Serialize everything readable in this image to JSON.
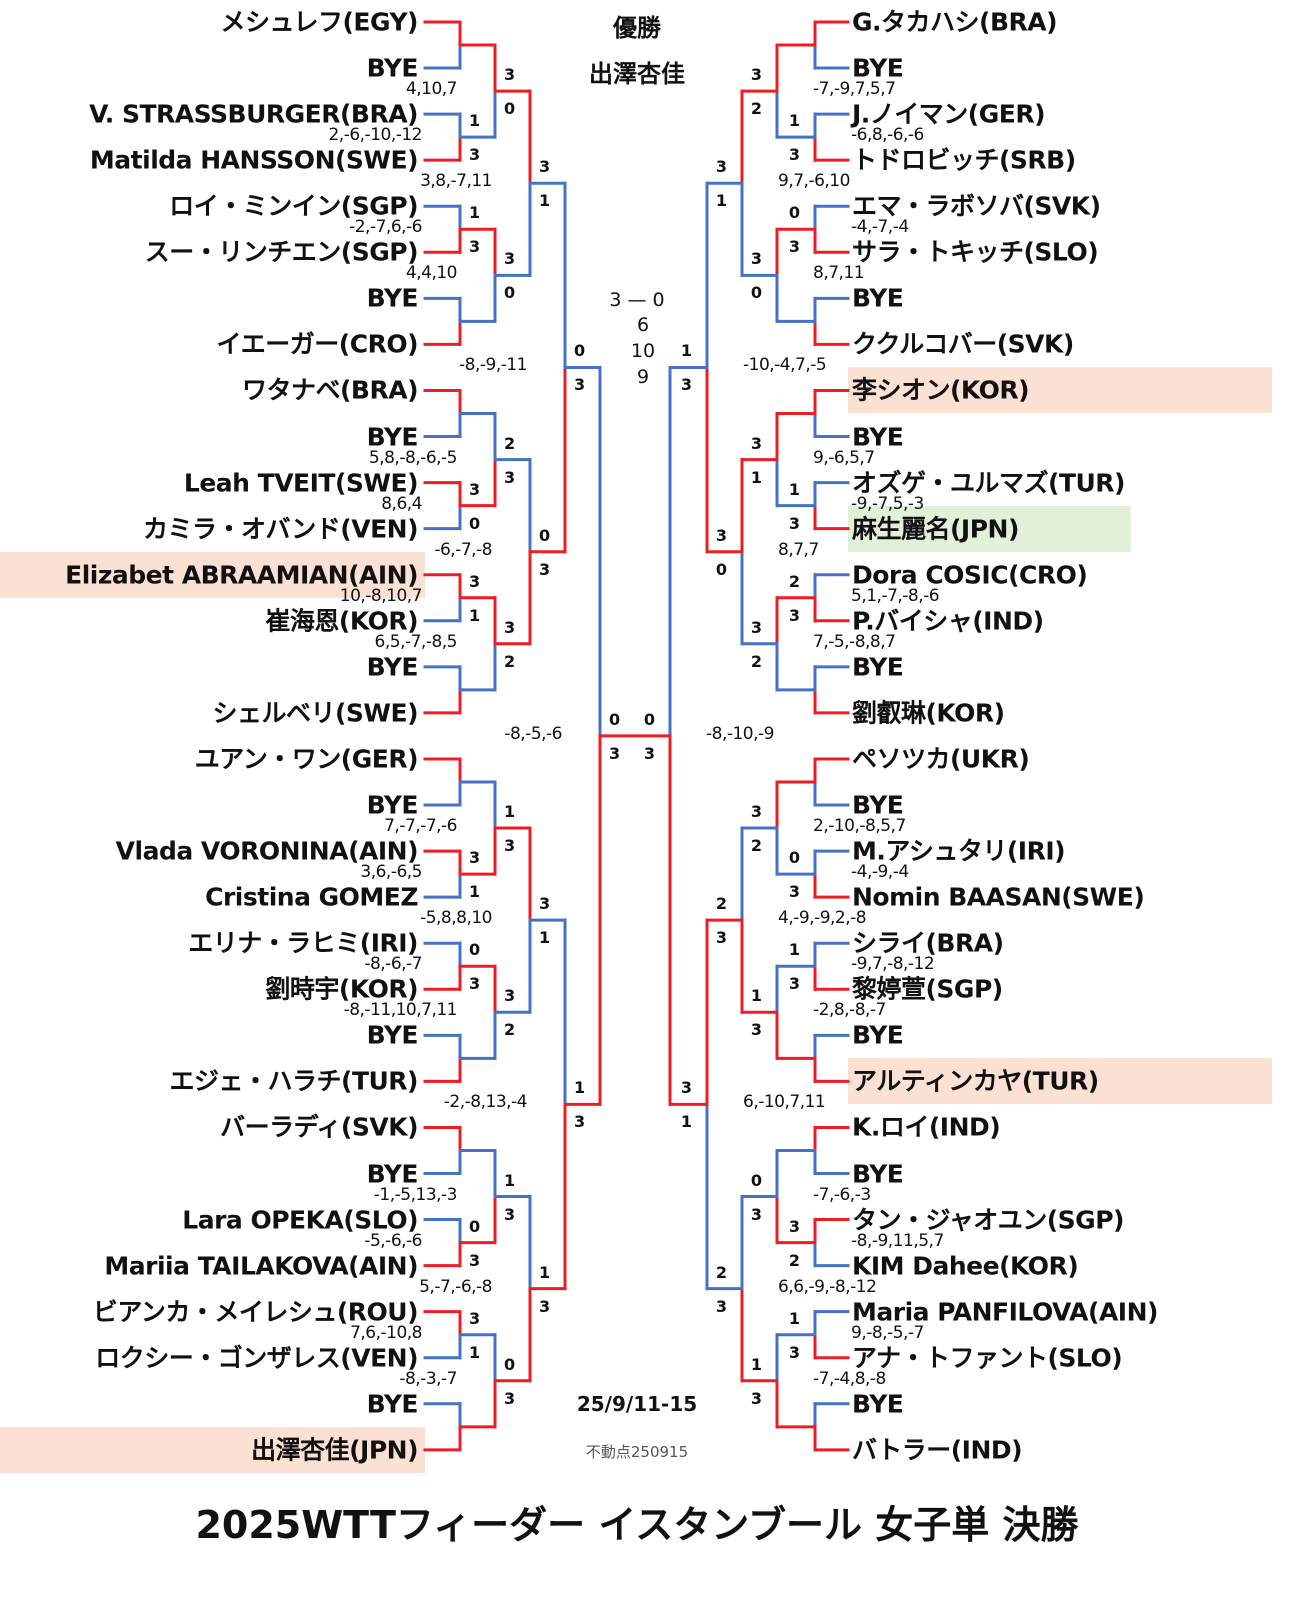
{
  "header": {
    "champion_label": "優勝",
    "champion_name": "出澤杏佳"
  },
  "final": {
    "score": "3 — 0",
    "games": [
      "6",
      "10",
      "9"
    ],
    "winner_side": "left"
  },
  "footer": {
    "date": "25/9/11-15",
    "stamp": "不動点250915",
    "title": "2025WTTフィーダー イスタンブール 女子単 決勝"
  },
  "colors": {
    "win_line": "#ee1c25",
    "lose_line": "#4472c4",
    "highlight_orange": "#fbe1d4",
    "highlight_green": "#e2efd9"
  },
  "sides": {
    "left": {
      "players": [
        {
          "name": "メシュレフ(EGY)"
        },
        {
          "name": "BYE"
        },
        {
          "name": "V. STRASSBURGER(BRA)"
        },
        {
          "name": "Matilda HANSSON(SWE)"
        },
        {
          "name": "ロイ・ミンイン(SGP)"
        },
        {
          "name": "スー・リンチエン(SGP)"
        },
        {
          "name": "BYE"
        },
        {
          "name": "イエーガー(CRO)"
        },
        {
          "name": "ワタナベ(BRA)"
        },
        {
          "name": "BYE"
        },
        {
          "name": "Leah TVEIT(SWE)"
        },
        {
          "name": "カミラ・オバンド(VEN)"
        },
        {
          "name": "Elizabet ABRAAMIAN(AIN)",
          "highlight": "orange"
        },
        {
          "name": "崔海恩(KOR)"
        },
        {
          "name": "BYE"
        },
        {
          "name": "シェルベリ(SWE)"
        },
        {
          "name": "ユアン・ワン(GER)"
        },
        {
          "name": "BYE"
        },
        {
          "name": "Vlada VORONINA(AIN)"
        },
        {
          "name": "Cristina GOMEZ"
        },
        {
          "name": "エリナ・ラヒミ(IRI)"
        },
        {
          "name": "劉時宇(KOR)"
        },
        {
          "name": "BYE"
        },
        {
          "name": "エジェ・ハラチ(TUR)"
        },
        {
          "name": "バーラディ(SVK)"
        },
        {
          "name": "BYE"
        },
        {
          "name": "Lara OPEKA(SLO)"
        },
        {
          "name": "Mariia TAILAKOVA(AIN)"
        },
        {
          "name": "ビアンカ・メイレシュ(ROU)"
        },
        {
          "name": "ロクシー・ゴンザレス(VEN)"
        },
        {
          "name": "BYE"
        },
        {
          "name": "出澤杏佳(JPN)",
          "highlight": "orange"
        }
      ],
      "rounds": [
        [
          {
            "w": 0,
            "s": null,
            "d": ""
          },
          {
            "w": 1,
            "s": [
              "1",
              "3"
            ],
            "d": "2,-6,-10,-12"
          },
          {
            "w": 1,
            "s": [
              "1",
              "3"
            ],
            "d": "-2,-7,6,-6"
          },
          {
            "w": 1,
            "s": null,
            "d": ""
          },
          {
            "w": 0,
            "s": null,
            "d": ""
          },
          {
            "w": 0,
            "s": [
              "3",
              "0"
            ],
            "d": "8,6,4"
          },
          {
            "w": 0,
            "s": [
              "3",
              "1"
            ],
            "d": "10,-8,10,7"
          },
          {
            "w": 1,
            "s": null,
            "d": ""
          },
          {
            "w": 0,
            "s": null,
            "d": ""
          },
          {
            "w": 0,
            "s": [
              "3",
              "1"
            ],
            "d": "3,6,-6,5"
          },
          {
            "w": 1,
            "s": [
              "0",
              "3"
            ],
            "d": "-8,-6,-7"
          },
          {
            "w": 1,
            "s": null,
            "d": ""
          },
          {
            "w": 0,
            "s": null,
            "d": ""
          },
          {
            "w": 1,
            "s": [
              "0",
              "3"
            ],
            "d": "-5,-6,-6"
          },
          {
            "w": 0,
            "s": [
              "3",
              "1"
            ],
            "d": "7,6,-10,8"
          },
          {
            "w": 1,
            "s": null,
            "d": ""
          }
        ],
        [
          {
            "w": 0,
            "s": [
              "3",
              "0"
            ],
            "d": "4,10,7"
          },
          {
            "w": 0,
            "s": [
              "3",
              "0"
            ],
            "d": "4,4,10"
          },
          {
            "w": 1,
            "s": [
              "2",
              "3"
            ],
            "d": "5,8,-8,-6,-5"
          },
          {
            "w": 0,
            "s": [
              "3",
              "2"
            ],
            "d": "6,5,-7,-8,5"
          },
          {
            "w": 1,
            "s": [
              "1",
              "3"
            ],
            "d": "7,-7,-7,-6"
          },
          {
            "w": 0,
            "s": [
              "3",
              "2"
            ],
            "d": "-8,-11,10,7,11"
          },
          {
            "w": 1,
            "s": [
              "1",
              "3"
            ],
            "d": "-1,-5,13,-3"
          },
          {
            "w": 1,
            "s": [
              "0",
              "3"
            ],
            "d": "-8,-3,-7"
          }
        ],
        [
          {
            "w": 0,
            "s": [
              "3",
              "1"
            ],
            "d": "3,8,-7,11"
          },
          {
            "w": 1,
            "s": [
              "0",
              "3"
            ],
            "d": "-6,-7,-8"
          },
          {
            "w": 0,
            "s": [
              "3",
              "1"
            ],
            "d": "-5,8,8,10"
          },
          {
            "w": 1,
            "s": [
              "1",
              "3"
            ],
            "d": "5,-7,-6,-8"
          }
        ],
        [
          {
            "w": 1,
            "s": [
              "0",
              "3"
            ],
            "d": "-8,-9,-11"
          },
          {
            "w": 1,
            "s": [
              "1",
              "3"
            ],
            "d": "-2,-8,13,-4"
          }
        ],
        [
          {
            "w": 1,
            "s": [
              "0",
              "3"
            ],
            "d": "-8,-5,-6"
          }
        ]
      ]
    },
    "right": {
      "players": [
        {
          "name": "G.タカハシ(BRA)"
        },
        {
          "name": "BYE"
        },
        {
          "name": "J.ノイマン(GER)"
        },
        {
          "name": "トドロビッチ(SRB)"
        },
        {
          "name": "エマ・ラボソバ(SVK)"
        },
        {
          "name": "サラ・トキッチ(SLO)"
        },
        {
          "name": "BYE"
        },
        {
          "name": "ククルコバー(SVK)"
        },
        {
          "name": "李シオン(KOR)",
          "highlight": "orange"
        },
        {
          "name": "BYE"
        },
        {
          "name": "オズゲ・ユルマズ(TUR)"
        },
        {
          "name": "麻生麗名(JPN)",
          "highlight": "green"
        },
        {
          "name": "Dora COSIC(CRO)"
        },
        {
          "name": "P.バイシャ(IND)"
        },
        {
          "name": "BYE"
        },
        {
          "name": "劉叡琳(KOR)"
        },
        {
          "name": "ペソツカ(UKR)"
        },
        {
          "name": "BYE"
        },
        {
          "name": "M.アシュタリ(IRI)"
        },
        {
          "name": "Nomin BAASAN(SWE)"
        },
        {
          "name": "シライ(BRA)"
        },
        {
          "name": "黎婷萱(SGP)"
        },
        {
          "name": "BYE"
        },
        {
          "name": "アルティンカヤ(TUR)",
          "highlight": "orange"
        },
        {
          "name": "K.ロイ(IND)"
        },
        {
          "name": "BYE"
        },
        {
          "name": "タン・ジャオユン(SGP)"
        },
        {
          "name": "KIM Dahee(KOR)"
        },
        {
          "name": "Maria PANFILOVA(AIN)"
        },
        {
          "name": "アナ・トファント(SLO)"
        },
        {
          "name": "BYE"
        },
        {
          "name": "バトラー(IND)"
        }
      ],
      "rounds": [
        [
          {
            "w": 0,
            "s": null,
            "d": ""
          },
          {
            "w": 1,
            "s": [
              "1",
              "3"
            ],
            "d": "-6,8,-6,-6"
          },
          {
            "w": 1,
            "s": [
              "0",
              "3"
            ],
            "d": "-4,-7,-4"
          },
          {
            "w": 1,
            "s": null,
            "d": ""
          },
          {
            "w": 0,
            "s": null,
            "d": ""
          },
          {
            "w": 1,
            "s": [
              "1",
              "3"
            ],
            "d": "-9,-7,5,-3"
          },
          {
            "w": 1,
            "s": [
              "2",
              "3"
            ],
            "d": "5,1,-7,-8,-6"
          },
          {
            "w": 1,
            "s": null,
            "d": ""
          },
          {
            "w": 0,
            "s": null,
            "d": ""
          },
          {
            "w": 1,
            "s": [
              "0",
              "3"
            ],
            "d": "-4,-9,-4"
          },
          {
            "w": 1,
            "s": [
              "1",
              "3"
            ],
            "d": "-9,7,-8,-12"
          },
          {
            "w": 1,
            "s": null,
            "d": ""
          },
          {
            "w": 0,
            "s": null,
            "d": ""
          },
          {
            "w": 0,
            "s": [
              "3",
              "2"
            ],
            "d": "-8,-9,11,5,7"
          },
          {
            "w": 1,
            "s": [
              "1",
              "3"
            ],
            "d": "9,-8,-5,-7"
          },
          {
            "w": 1,
            "s": null,
            "d": ""
          }
        ],
        [
          {
            "w": 0,
            "s": [
              "3",
              "2"
            ],
            "d": "-7,-9,7,5,7"
          },
          {
            "w": 0,
            "s": [
              "3",
              "0"
            ],
            "d": "8,7,11"
          },
          {
            "w": 0,
            "s": [
              "3",
              "1"
            ],
            "d": "9,-6,5,7"
          },
          {
            "w": 0,
            "s": [
              "3",
              "2"
            ],
            "d": "7,-5,-8,8,7"
          },
          {
            "w": 0,
            "s": [
              "3",
              "2"
            ],
            "d": "2,-10,-8,5,7"
          },
          {
            "w": 1,
            "s": [
              "1",
              "3"
            ],
            "d": "-2,8,-8,-7"
          },
          {
            "w": 1,
            "s": [
              "0",
              "3"
            ],
            "d": "-7,-6,-3"
          },
          {
            "w": 1,
            "s": [
              "1",
              "3"
            ],
            "d": "-7,-4,8,-8"
          }
        ],
        [
          {
            "w": 0,
            "s": [
              "3",
              "1"
            ],
            "d": "9,7,-6,10"
          },
          {
            "w": 0,
            "s": [
              "3",
              "0"
            ],
            "d": "8,7,7"
          },
          {
            "w": 1,
            "s": [
              "2",
              "3"
            ],
            "d": "4,-9,-9,2,-8"
          },
          {
            "w": 1,
            "s": [
              "2",
              "3"
            ],
            "d": "6,6,-9,-8,-12"
          }
        ],
        [
          {
            "w": 1,
            "s": [
              "1",
              "3"
            ],
            "d": "-10,-4,7,-5"
          },
          {
            "w": 0,
            "s": [
              "3",
              "1"
            ],
            "d": "6,-10,7,11"
          }
        ],
        [
          {
            "w": 1,
            "s": [
              "0",
              "3"
            ],
            "d": "-8,-10,-9"
          }
        ]
      ]
    }
  }
}
